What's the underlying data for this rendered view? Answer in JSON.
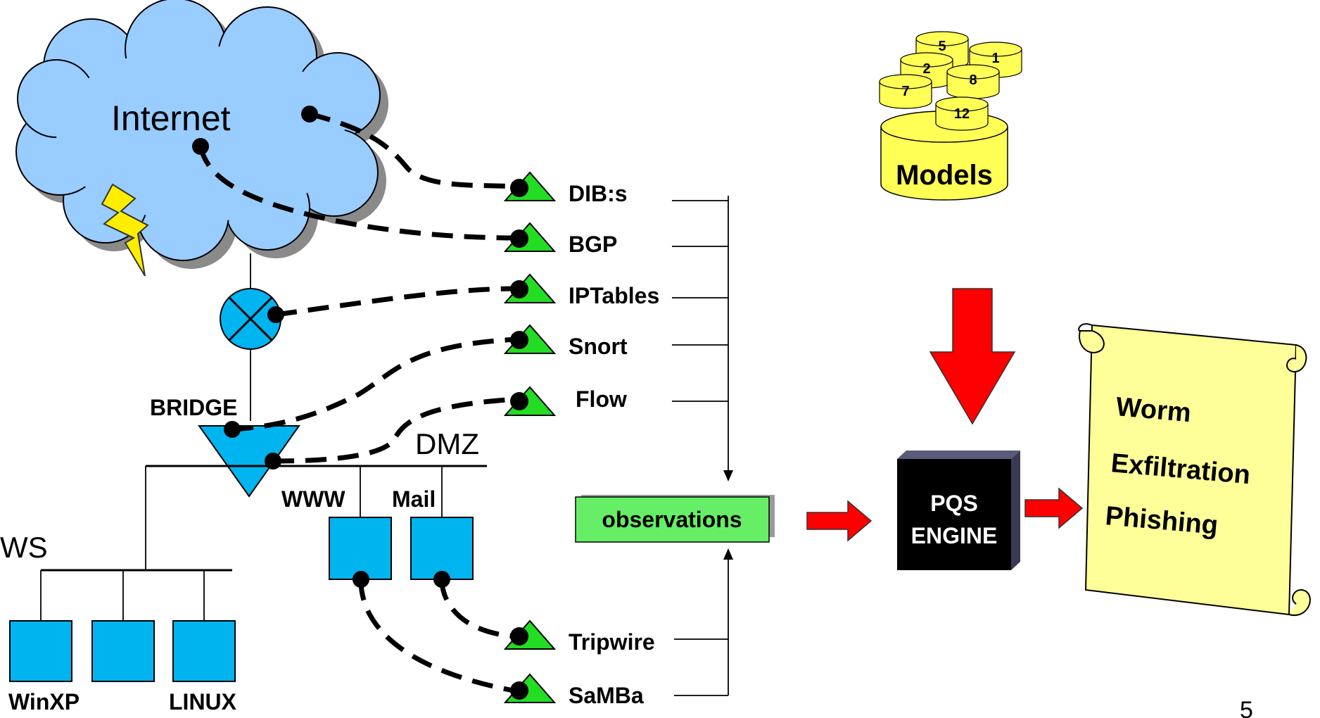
{
  "internet": {
    "label": "Internet"
  },
  "bridge": {
    "label": "BRIDGE"
  },
  "segments": {
    "dmz": "DMZ",
    "ws": "WS"
  },
  "servers": {
    "www": "WWW",
    "mail": "Mail"
  },
  "hosts": {
    "winxp": "WinXP",
    "linux": "LINUX"
  },
  "sensors": [
    {
      "label": "DIB:s"
    },
    {
      "label": "BGP"
    },
    {
      "label": "IPTables"
    },
    {
      "label": "Snort"
    },
    {
      "label": "Flow"
    },
    {
      "label": "Tripwire"
    },
    {
      "label": "SaMBa"
    }
  ],
  "observations": {
    "label": "observations"
  },
  "engine": {
    "line1": "PQS",
    "line2": "ENGINE"
  },
  "models": {
    "label": "Models",
    "ids": [
      "5",
      "1",
      "2",
      "8",
      "7",
      "12"
    ]
  },
  "results": {
    "items": [
      "Worm",
      "Exfiltration",
      "Phishing"
    ]
  },
  "page_number": "5",
  "colors": {
    "cloud": "#99ccff",
    "node": "#00b4f0",
    "sensor": "#22dd22",
    "observations": "#66ee66",
    "engine": "#000000",
    "models": "#ffff55",
    "arrow": "#ff0000",
    "scroll": "#ffff99",
    "lightning": "#ffee00"
  }
}
